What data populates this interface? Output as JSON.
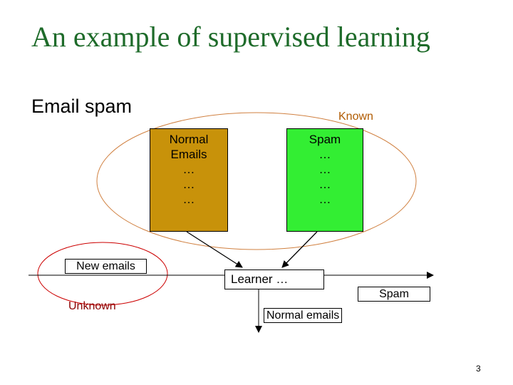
{
  "title": "An example of supervised learning",
  "subtitle": "Email spam",
  "known_label": "Known",
  "unknown_label": "Unknown",
  "normal_box": {
    "lines": [
      "Normal",
      "Emails",
      "…",
      "…",
      "…"
    ]
  },
  "spam_box": {
    "lines": [
      "Spam",
      "…",
      "…",
      "…",
      "…"
    ]
  },
  "new_emails_label": "New emails",
  "learner_label": "Learner …",
  "spam_output_label": "Spam",
  "normal_output_label": "Normal emails",
  "page_number": "3",
  "colors": {
    "title": "#1e6b2a",
    "normal_box": "#c8920a",
    "spam_box": "#33ee33",
    "known_ellipse": "#d08040",
    "unknown_ellipse": "#cc0000"
  }
}
